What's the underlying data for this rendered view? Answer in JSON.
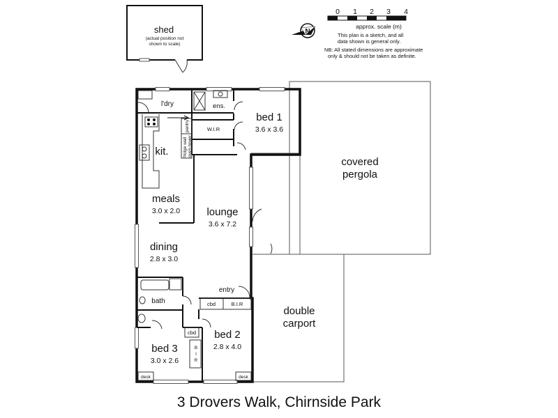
{
  "address": "3 Drovers Walk, Chirnside Park",
  "scale": {
    "ticks": [
      "0",
      "1",
      "2",
      "3",
      "4"
    ],
    "label": "approx. scale (m)"
  },
  "notes": {
    "sketch": [
      "This plan is a sketch, and all",
      "data shown is general only."
    ],
    "nb": [
      "NB: All stated dimensions are approximate",
      "only & should not be taken as definite."
    ]
  },
  "north_label": "N",
  "shed": {
    "name": "shed",
    "note": [
      "(actual position not",
      "shown to scale)"
    ]
  },
  "rooms": {
    "laundry": "l'dry",
    "ensuite": "ens.",
    "wir": "W.I.R",
    "pantry": "pantry",
    "fridge": [
      "fridge wall",
      "oven tower"
    ],
    "bed1": {
      "name": "bed 1",
      "dims": "3.6 x 3.6"
    },
    "kitchen": "kit.",
    "meals": {
      "name": "meals",
      "dims": "3.0 x 2.0"
    },
    "lounge": {
      "name": "lounge",
      "dims": "3.6 x 7.2"
    },
    "dining": {
      "name": "dining",
      "dims": "2.8 x 3.0"
    },
    "pergola": [
      "covered",
      "pergola"
    ],
    "entry": "entry",
    "bath": "bath",
    "cbd1": "cbd",
    "bir1": "B.I.R",
    "cbd2": "cbd",
    "bir2": [
      "B",
      "I",
      "R"
    ],
    "bed2": {
      "name": "bed 2",
      "dims": "2.8 x 4.0"
    },
    "bed3": {
      "name": "bed 3",
      "dims": "3.0 x 2.6"
    },
    "carport": [
      "double",
      "carport"
    ],
    "desk1": "desk",
    "desk2": "desk"
  }
}
